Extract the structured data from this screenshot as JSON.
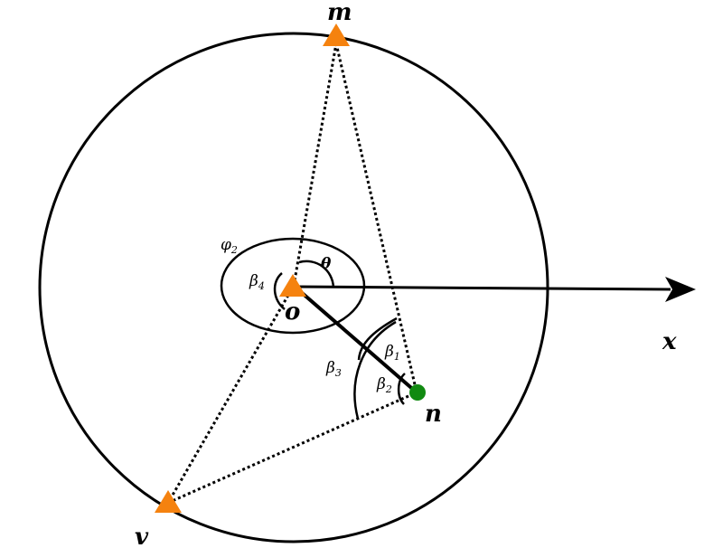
{
  "labels": {
    "m": "m",
    "o": "o",
    "n": "n",
    "v": "v",
    "x": "x",
    "theta": "θ",
    "phi": {
      "base": "φ",
      "sub": "2"
    },
    "beta1": {
      "base": "β",
      "sub": "1"
    },
    "beta2": {
      "base": "β",
      "sub": "2"
    },
    "beta3": {
      "base": "β",
      "sub": "3"
    },
    "beta4": {
      "base": "β",
      "sub": "4"
    }
  },
  "colors": {
    "anchor": "#f5820f",
    "target": "#118a11",
    "stroke": "#000000"
  }
}
